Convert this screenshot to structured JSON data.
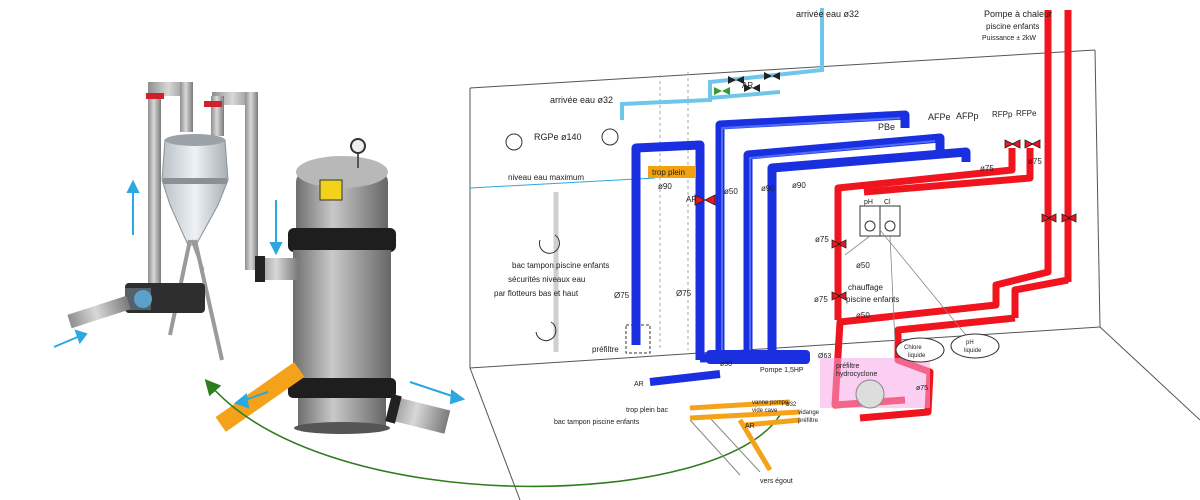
{
  "labels": {
    "arrivee_top": "arrivée eau ø32",
    "pompe_line1": "Pompe à chaleur",
    "pompe_line2": "piscine enfants",
    "pompe_line3": "Puissance ± 2kW",
    "ar_valve": "AR",
    "arrivee_left": "arrivée eau ø32",
    "rgpe": "RGPe ø140",
    "pbe": "PBe",
    "afpe": "AFPe",
    "afpp": "AFPp",
    "rfpp": "RFPp",
    "rfpe": "RFPe",
    "trop_plein": "trop plein",
    "niveau": "niveau eau maximum",
    "o90_a": "ø90",
    "ar2": "AR",
    "o50_a": "ø50",
    "o90_b": "ø90",
    "o90_c": "ø90",
    "o75_red1": "ø75",
    "o75_red2": "ø75",
    "ph": "pH",
    "cl": "Cl",
    "o75_red3": "ø75",
    "o50_red1": "ø50",
    "bac_line1": "bac tampon piscine enfants",
    "bac_line2": "sécurités niveaux eau",
    "bac_line3": "par flotteurs bas et haut",
    "o75_blue1": "Ø75",
    "o75_blue2": "Ø75",
    "o75_red4": "ø75",
    "chauffage_line1": "chauffage",
    "chauffage_line2": "piscine enfants",
    "o50_red2": "ø50",
    "chlore_line1": "Chlore",
    "chlore_line2": "liquide",
    "phl_line1": "pH",
    "phl_line2": "liquide",
    "prefiltre": "préfiltre",
    "o90_floor": "ø90",
    "pompe_floor": "Pompe 1,5HP",
    "o63": "Ø63",
    "prefiltre2_line1": "préfiltre",
    "prefiltre2_line2": "hydrocyclone",
    "ar_floor": "AR",
    "o75_floor": "ø75",
    "trop_plein_bac": "trop plein bac",
    "bac_floor": "bac tampon piscine enfants",
    "vanne_line1": "vanne pompe",
    "vanne_line2": "vide cave",
    "o32_floor": "ø32",
    "vidange_line1": "vidange",
    "vidange_line2": "préfiltre",
    "ar_floor2": "AR",
    "vers_egout": "vers égout"
  }
}
